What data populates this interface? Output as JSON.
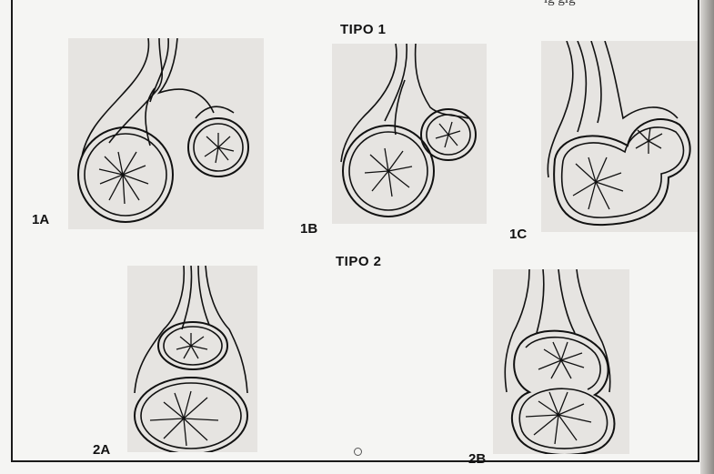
{
  "header_fragment": "ig  gig",
  "heading_tipo1": "TIPO 1",
  "heading_tipo2": "TIPO 2",
  "labels": {
    "p1a": "1A",
    "p1b": "1B",
    "p1c": "1C",
    "p2a": "2A",
    "p2b": "2B"
  },
  "colors": {
    "ink": "#111111",
    "panel_bg": "#e6e4e1",
    "paper": "#f5f5f3"
  }
}
